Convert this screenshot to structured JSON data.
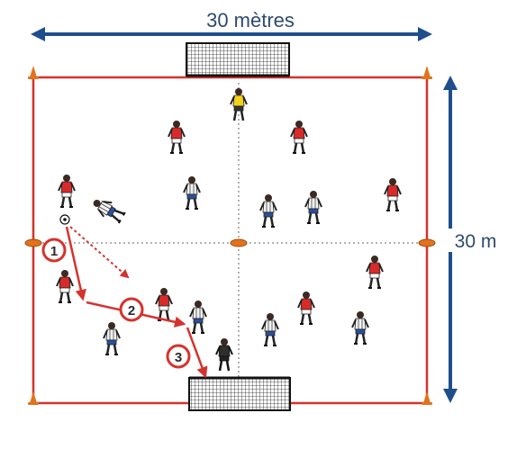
{
  "dimensions": {
    "width_label": "30 mètres",
    "height_label": "30 m"
  },
  "sequence_steps": [
    "1",
    "2",
    "3"
  ],
  "colors": {
    "field_line": "#d6322c",
    "center_line": "#9a9a9a",
    "dimension_arrow": "#1f4e8c",
    "cone": "#e2731c",
    "red_team": "#d92a2a",
    "white_team": "#f2f2f2",
    "white_team_shorts": "#2a4f9e",
    "goalkeeper_top": "#f2d31c",
    "goalkeeper_bottom": "#333333",
    "pass_arrow": "#d6322c"
  },
  "icons": [
    "soccer-ball-icon",
    "cone-icon",
    "goal-net-icon",
    "player-icon"
  ]
}
